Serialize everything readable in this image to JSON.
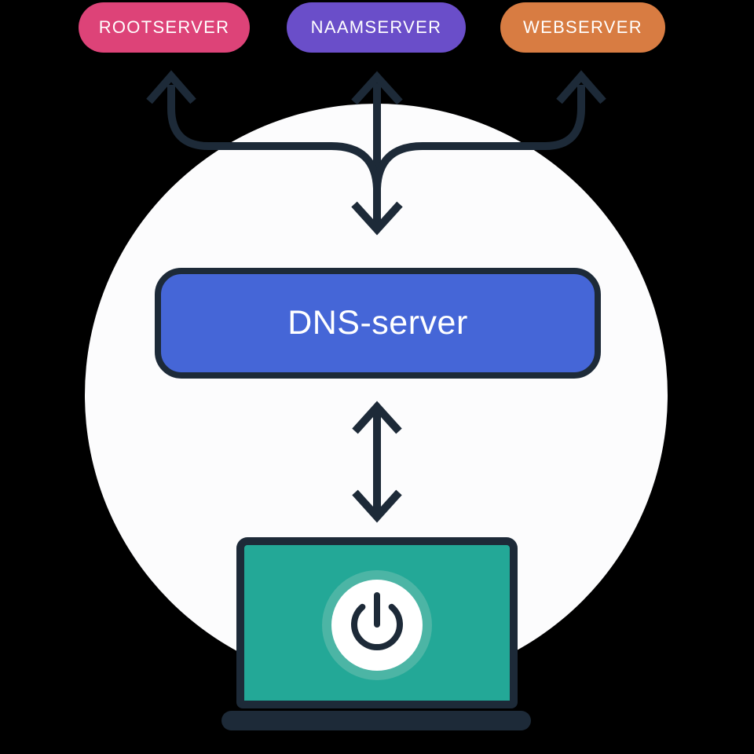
{
  "diagram": {
    "title": "dns-resolution-diagram",
    "servers": [
      {
        "id": "rootserver",
        "label": "ROOTSERVER",
        "color": "#dd4378"
      },
      {
        "id": "naamserver",
        "label": "NAAMSERVER",
        "color": "#6a4ec9"
      },
      {
        "id": "webserver",
        "label": "WEBSERVER",
        "color": "#d87c42"
      }
    ],
    "dns_box": {
      "label": "DNS-server",
      "color": "#4566d7"
    },
    "client": {
      "type": "laptop",
      "icon": "power-icon",
      "screen_color": "#23a897",
      "ring_color": "#4cb5a5"
    },
    "connections": [
      {
        "from": "dns-server",
        "to": "rootserver",
        "style": "arrow-up"
      },
      {
        "from": "dns-server",
        "to": "naamserver",
        "style": "arrow-both"
      },
      {
        "from": "dns-server",
        "to": "webserver",
        "style": "arrow-up"
      },
      {
        "from": "laptop",
        "to": "dns-server",
        "style": "arrow-both"
      }
    ],
    "colors": {
      "background": "#000000",
      "circle": "#fcfcfd",
      "line": "#1d2a38"
    }
  }
}
